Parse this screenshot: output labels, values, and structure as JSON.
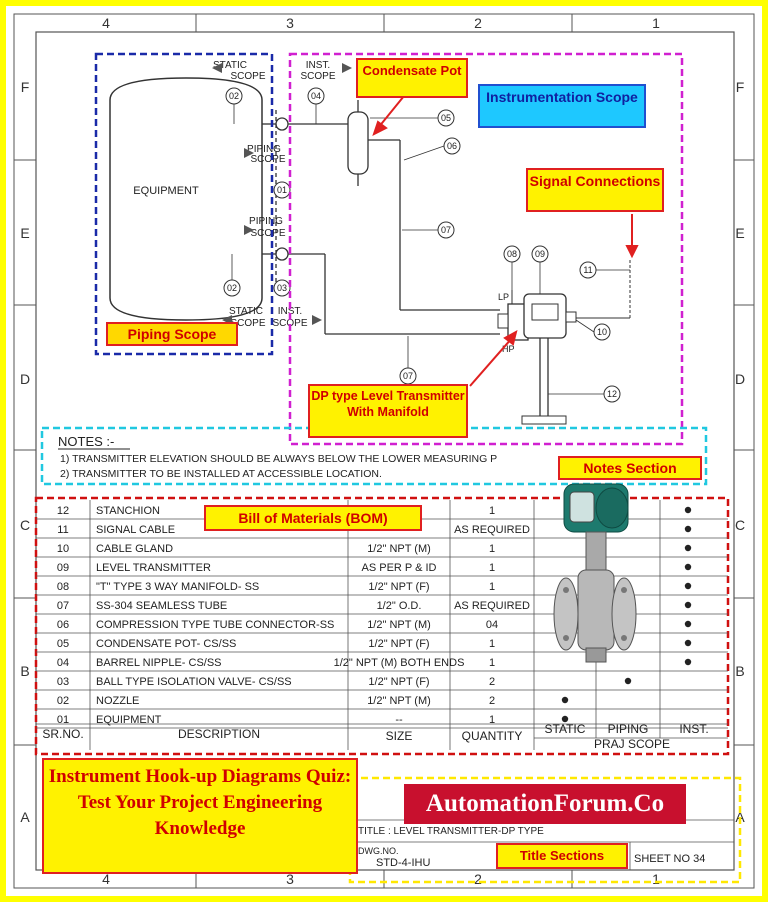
{
  "grid": {
    "columns": [
      "4",
      "3",
      "2",
      "1"
    ],
    "rows": [
      "F",
      "E",
      "D",
      "C",
      "B",
      "A"
    ]
  },
  "diagram": {
    "equipment_label": "EQUIPMENT",
    "static_scope_top": [
      "STATIC",
      "SCOPE"
    ],
    "inst_scope_top": [
      "INST.",
      "SCOPE"
    ],
    "piping_scope_1": [
      "PIPING",
      "SCOPE"
    ],
    "piping_scope_2": [
      "PIPING",
      "SCOPE"
    ],
    "static_scope_bottom": [
      "STATIC",
      "SCOPE"
    ],
    "inst_scope_bottom": [
      "INST.",
      "SCOPE"
    ],
    "balloons": {
      "b01": "01",
      "b02a": "02",
      "b02b": "02",
      "b03": "03",
      "b04": "04",
      "b05": "05",
      "b06": "06",
      "b07a": "07",
      "b07b": "07",
      "b08": "08",
      "b09": "09",
      "b10": "10",
      "b11": "11",
      "b12": "12"
    },
    "lp": "LP",
    "hp": "HP"
  },
  "callouts": {
    "condensate_pot": "Condensate Pot",
    "instrumentation_scope": "Instrumentation Scope",
    "signal_connections": "Signal Connections",
    "piping_scope": "Piping Scope",
    "dp_transmitter": "DP type Level Transmitter With Manifold",
    "notes_section": "Notes Section",
    "bom": "Bill of Materials (BOM)",
    "title_sections": "Title Sections"
  },
  "notes": {
    "heading": "NOTES :-",
    "lines": [
      "1) TRANSMITTER ELEVATION SHOULD BE ALWAYS BELOW THE LOWER MEASURING P",
      "2) TRANSMITTER TO BE INSTALLED AT ACCESSIBLE LOCATION."
    ]
  },
  "bom": {
    "headers": {
      "srno": "SR.NO.",
      "description": "DESCRIPTION",
      "size": "SIZE",
      "quantity": "QUANTITY",
      "static": "STATIC",
      "piping": "PIPING",
      "inst": "INST.",
      "scope": "PRAJ SCOPE"
    },
    "rows": [
      {
        "no": "12",
        "desc": "STANCHION",
        "size": "",
        "qty": "1",
        "scope": "inst"
      },
      {
        "no": "11",
        "desc": "SIGNAL CABLE",
        "size": "",
        "qty": "AS REQUIRED",
        "scope": "inst"
      },
      {
        "no": "10",
        "desc": "CABLE GLAND",
        "size": "1/2\" NPT (M)",
        "qty": "1",
        "scope": "inst"
      },
      {
        "no": "09",
        "desc": "LEVEL TRANSMITTER",
        "size": "AS PER P & ID",
        "qty": "1",
        "scope": "inst"
      },
      {
        "no": "08",
        "desc": "\"T\" TYPE 3 WAY MANIFOLD- SS",
        "size": "1/2\" NPT (F)",
        "qty": "1",
        "scope": "inst"
      },
      {
        "no": "07",
        "desc": "SS-304 SEAMLESS TUBE",
        "size": "1/2\" O.D.",
        "qty": "AS REQUIRED",
        "scope": "inst"
      },
      {
        "no": "06",
        "desc": "COMPRESSION TYPE TUBE CONNECTOR-SS",
        "size": "1/2\" NPT (M)",
        "qty": "04",
        "scope": "inst"
      },
      {
        "no": "05",
        "desc": "CONDENSATE POT- CS/SS",
        "size": "1/2\" NPT (F)",
        "qty": "1",
        "scope": "inst"
      },
      {
        "no": "04",
        "desc": "BARREL NIPPLE- CS/SS",
        "size": "1/2\" NPT (M) BOTH ENDS",
        "qty": "1",
        "scope": "inst"
      },
      {
        "no": "03",
        "desc": "BALL TYPE ISOLATION VALVE- CS/SS",
        "size": "1/2\" NPT (F)",
        "qty": "2",
        "scope": "piping"
      },
      {
        "no": "02",
        "desc": "NOZZLE",
        "size": "1/2\" NPT (M)",
        "qty": "2",
        "scope": "static"
      },
      {
        "no": "01",
        "desc": "EQUIPMENT",
        "size": "--",
        "qty": "1",
        "scope": "static"
      }
    ]
  },
  "title_block": {
    "title": "TITLE :  LEVEL TRANSMITTER-DP TYPE",
    "dwg_label": "DWG.NO.",
    "dwg_no": "STD-4-IHU",
    "sheet": "SHEET NO 34"
  },
  "banner": "Instrument Hook-up Diagrams Quiz: Test Your Project Engineering Knowledge",
  "brand": "AutomationForum.Co",
  "colors": {
    "frame": "#ffff00",
    "callout_bg": "#fff200",
    "callout_text": "#d00000",
    "brand_bg": "#c8102e",
    "piping_box": "#1a2aa8",
    "inst_box": "#d020d0",
    "notes_box": "#20c8e0",
    "bom_box": "#d01010",
    "title_box": "#ffe800"
  }
}
